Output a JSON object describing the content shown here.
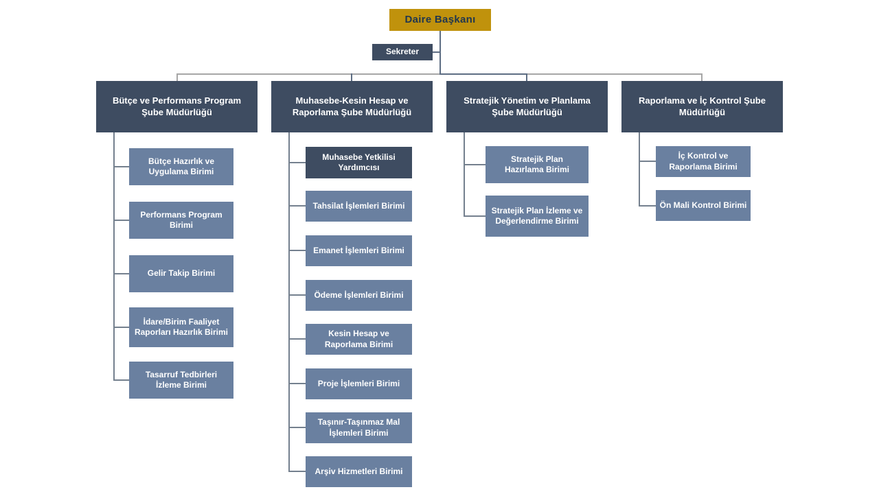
{
  "colors": {
    "gold": "#C0920C",
    "dark": "#3E4C61",
    "light": "#6A80A0",
    "root_text": "#21374F",
    "line_slate": "#5D6D83",
    "line_gray": "#A6A6A6",
    "line_col": "#74808E"
  },
  "root": {
    "label": "Daire Başkanı"
  },
  "secretary": {
    "label": "Sekreter"
  },
  "departments": [
    {
      "label": "Bütçe ve Performans Program Şube Müdürlüğü",
      "units": [
        "Bütçe Hazırlık ve Uygulama Birimi",
        "Performans Program Birimi",
        "Gelir Takip Birimi",
        "İdare/Birim Faaliyet Raporları Hazırlık Birimi",
        "Tasarruf Tedbirleri İzleme Birimi"
      ]
    },
    {
      "label": "Muhasebe-Kesin Hesap ve Raporlama Şube Müdürlüğü",
      "units": [
        "Muhasebe Yetkilisi Yardımcısı",
        "Tahsilat İşlemleri Birimi",
        "Emanet İşlemleri Birimi",
        "Ödeme İşlemleri Birimi",
        "Kesin Hesap ve Raporlama Birimi",
        "Proje İşlemleri Birimi",
        "Taşınır-Taşınmaz Mal İşlemleri Birimi",
        "Arşiv Hizmetleri Birimi"
      ]
    },
    {
      "label": "Stratejik Yönetim ve Planlama Şube Müdürlüğü",
      "units": [
        "Stratejik Plan Hazırlama Birimi",
        "Stratejik Plan İzleme ve Değerlendirme Birimi"
      ]
    },
    {
      "label": "Raporlama ve İç Kontrol Şube Müdürlüğü",
      "units": [
        "İç Kontrol ve Raporlama Birimi",
        "Ön Mali Kontrol Birimi"
      ]
    }
  ]
}
